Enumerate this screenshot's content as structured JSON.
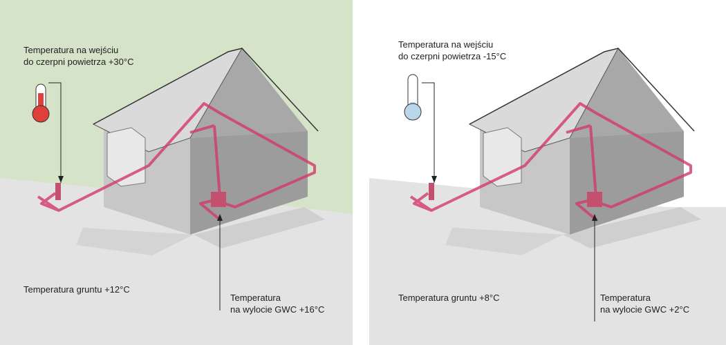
{
  "colors": {
    "warm_background": "#d5e3c9",
    "cold_background": "#ffffff",
    "ground": "#e3e3e3",
    "house_front": "#9c9c9c",
    "house_side": "#c4c4c4",
    "roof": "#d9d9d9",
    "duct": "#d23a6a",
    "thermometer_warm": "#e0403b",
    "thermometer_cold": "#b9d6ea"
  },
  "summer": {
    "inlet_temp_line1": "Temperatura na wejściu",
    "inlet_temp_line2": "do czerpni powietrza +30°C",
    "ground_temp": "Temperatura gruntu +12°C",
    "outlet_temp_line1": "Temperatura",
    "outlet_temp_line2": "na wylocie GWC +16°C"
  },
  "winter": {
    "inlet_temp_line1": "Temperatura na wejściu",
    "inlet_temp_line2": "do czerpni powietrza -15°C",
    "ground_temp": "Temperatura gruntu +8°C",
    "outlet_temp_line1": "Temperatura",
    "outlet_temp_line2": "na wylocie GWC +2°C"
  }
}
